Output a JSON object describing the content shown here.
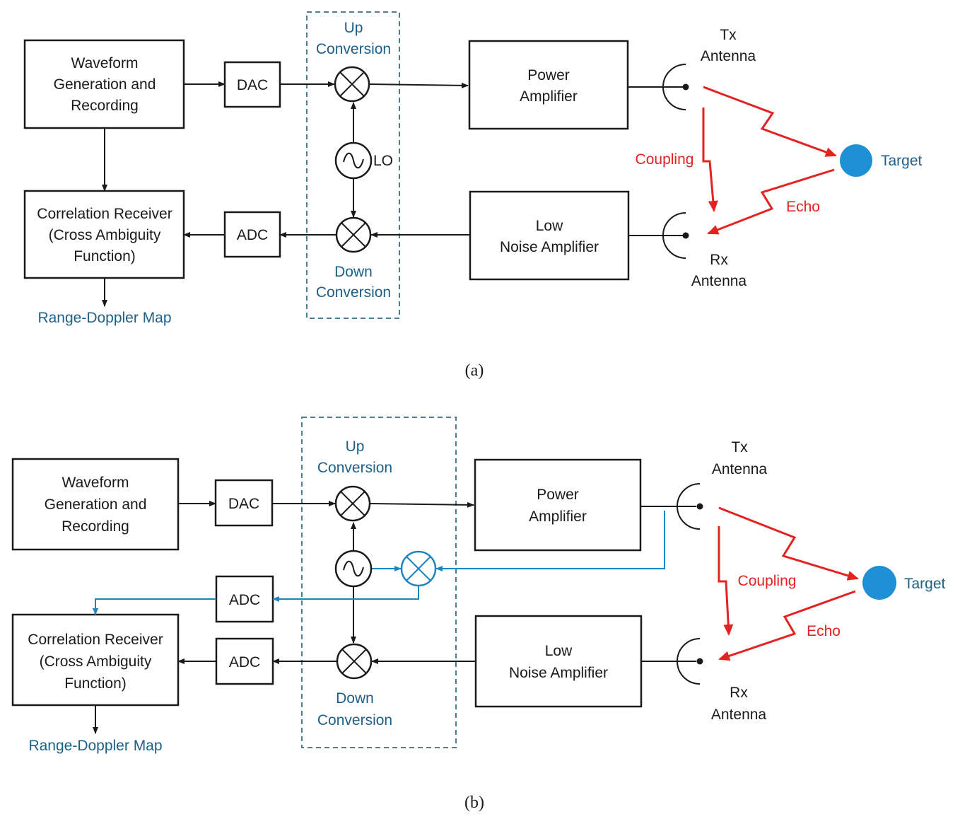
{
  "a": {
    "waveform": [
      "Waveform",
      "Generation and",
      "Recording"
    ],
    "dac": "DAC",
    "adc": "ADC",
    "up_conversion": [
      "Up",
      "Conversion"
    ],
    "down_conversion": [
      "Down",
      "Conversion"
    ],
    "lo": "LO",
    "power_amp": [
      "Power",
      "Amplifier"
    ],
    "lna": [
      "Low",
      "Noise Amplifier"
    ],
    "tx": [
      "Tx",
      "Antenna"
    ],
    "rx": [
      "Rx",
      "Antenna"
    ],
    "coupling": "Coupling",
    "echo": "Echo",
    "target": "Target",
    "correlation": [
      "Correlation Receiver",
      "(Cross Ambiguity",
      "Function)"
    ],
    "range_doppler": "Range-Doppler Map",
    "caption": "(a)"
  },
  "b": {
    "waveform": [
      "Waveform",
      "Generation and",
      "Recording"
    ],
    "dac": "DAC",
    "adc_ref": "ADC",
    "adc": "ADC",
    "up_conversion": [
      "Up",
      "Conversion"
    ],
    "down_conversion": [
      "Down",
      "Conversion"
    ],
    "power_amp": [
      "Power",
      "Amplifier"
    ],
    "lna": [
      "Low",
      "Noise Amplifier"
    ],
    "tx": [
      "Tx",
      "Antenna"
    ],
    "rx": [
      "Rx",
      "Antenna"
    ],
    "coupling": "Coupling",
    "echo": "Echo",
    "target": "Target",
    "correlation": [
      "Correlation Receiver",
      "(Cross Ambiguity",
      "Function)"
    ],
    "range_doppler": "Range-Doppler Map",
    "caption": "(b)"
  },
  "colors": {
    "signal": "#1a1a1a",
    "blue_path": "#1a86c4",
    "label_blue": "#1e5f86",
    "radar_red": "#e52222",
    "target": "#1f8fd6"
  }
}
